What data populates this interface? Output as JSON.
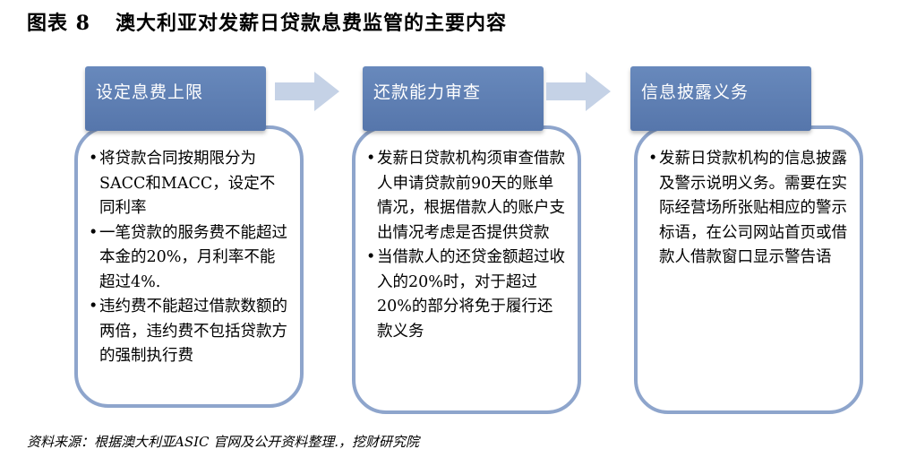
{
  "figure": {
    "label": "图表 8",
    "title": "澳大利亚对发薪日贷款息费监管的主要内容"
  },
  "columns": [
    {
      "header": "设定息费上限",
      "items": [
        "将贷款合同按期限分为SACC和MACC，设定不同利率",
        "一笔贷款的服务费不能超过本金的20%，月利率不能超过4%.",
        "违约费不能超过借款数额的两倍，违约费不包括贷款方的强制执行费"
      ]
    },
    {
      "header": "还款能力审查",
      "items": [
        "发薪日贷款机构须审查借款人申请贷款前90天的账单情况，根据借款人的账户支出情况考虑是否提供贷款",
        "当借款人的还贷金额超过收入的20%时，对于超过20%的部分将免于履行还款义务"
      ]
    },
    {
      "header": "信息披露义务",
      "items": [
        "发薪日贷款机构的信息披露及警示说明义务。需要在实际经营场所张贴相应的警示标语，在公司网站首页或借款人借款窗口显示警告语"
      ]
    }
  ],
  "source": "资料来源：根据澳大利亚ASIC 官网及公开资料整理.，挖财研究院",
  "colors": {
    "header_fill": "#5b7bb0",
    "card_border": "#8ea5cc",
    "arrow_fill": "#c5d2e6"
  }
}
